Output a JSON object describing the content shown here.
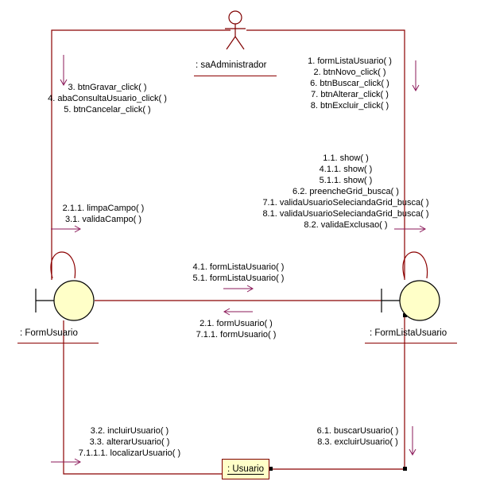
{
  "actor": {
    "name": ": saAdministrador"
  },
  "objects": {
    "form_usuario": ": FormUsuario",
    "form_lista_usuario": ": FormListaUsuario",
    "usuario": ": Usuario"
  },
  "messages": {
    "actor_to_form_usuario": [
      "3. btnGravar_click( )",
      "4. abaConsultaUsuario_click( )",
      "5. btnCancelar_click( )"
    ],
    "actor_to_form_lista": [
      "1. formListaUsuario( )",
      "2. btnNovo_click( )",
      "6. btnBuscar_click( )",
      "7. btnAlterar_click( )",
      "8. btnExcluir_click( )"
    ],
    "form_usuario_self": [
      "2.1.1. limpaCampo( )",
      "3.1. validaCampo( )"
    ],
    "form_lista_self": [
      "1.1. show( )",
      "4.1.1. show( )",
      "5.1.1. show( )",
      "6.2. preencheGrid_busca( )",
      "7.1. validaUsuarioSeleciandaGrid_busca( )",
      "8.1. validaUsuarioSeleciandaGrid_busca( )",
      "8.2. validaExclusao( )"
    ],
    "usuario_to_lista": [
      "4.1. formListaUsuario( )",
      "5.1. formListaUsuario( )"
    ],
    "lista_to_usuario": [
      "2.1. formUsuario( )",
      "7.1.1. formUsuario( )"
    ],
    "form_usuario_to_entity": [
      "3.2. incluirUsuario( )",
      "3.3. alterarUsuario( )",
      "7.1.1.1. localizarUsuario( )"
    ],
    "form_lista_to_entity": [
      "6.1. buscarUsuario( )",
      "8.3. excluirUsuario( )"
    ]
  },
  "colors": {
    "link": "#8b0000",
    "arrow": "#8b1a5a",
    "boundary_fill": "#ffffc8",
    "boundary_stroke": "#000000",
    "entity_fill": "#ffffc8"
  }
}
